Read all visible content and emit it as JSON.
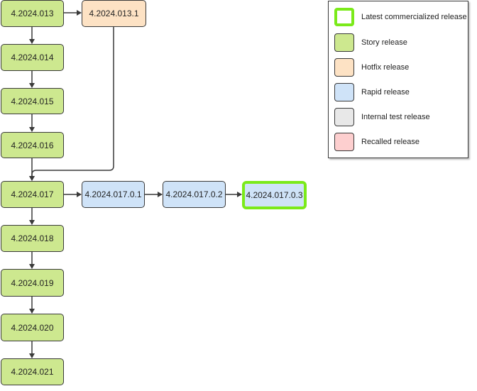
{
  "colors": {
    "story": "#cde88f",
    "hotfix": "#fde2c4",
    "rapid": "#cfe3f8",
    "internal_test": "#e8e8e8",
    "recalled": "#fdcfcf",
    "latest_border": "#7bea1a",
    "edge": "#3a3a3a"
  },
  "nodes": {
    "n013": "4.2024.013",
    "n013_1": "4.2024.013.1",
    "n014": "4.2024.014",
    "n015": "4.2024.015",
    "n016": "4.2024.016",
    "n017": "4.2024.017",
    "n017_0_1": "4.2024.017.0.1",
    "n017_0_2": "4.2024.017.0.2",
    "n017_0_3": "4.2024.017.0.3",
    "n018": "4.2024.018",
    "n019": "4.2024.019",
    "n020": "4.2024.020",
    "n021": "4.2024.021"
  },
  "legend": {
    "latest": "Latest commercialized release",
    "story": "Story release",
    "hotfix": "Hotfix release",
    "rapid": "Rapid release",
    "internal_test": "Internal test release",
    "recalled": "Recalled release"
  }
}
